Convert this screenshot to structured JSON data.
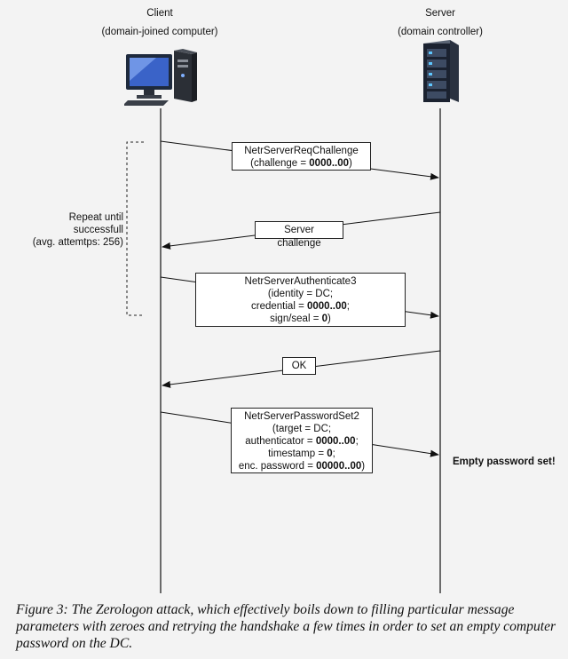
{
  "client": {
    "title": "Client",
    "subtitle": "(domain-joined computer)"
  },
  "server": {
    "title": "Server",
    "subtitle": "(domain controller)"
  },
  "repeat_note": {
    "line1": "Repeat until",
    "line2": "successfull",
    "line3": "(avg. attemtps: 256)"
  },
  "messages": [
    {
      "name": "NetrServerReqChallenge",
      "line2_pre": "(challenge = ",
      "line2_bold": "0000..00",
      "line2_post": ")"
    },
    {
      "label": "Server challenge"
    },
    {
      "name": "NetrServerAuthenticate3",
      "l2": "(identity = DC;",
      "l3_pre": "credential = ",
      "l3_bold": "0000..00",
      "l3_post": ";",
      "l4_pre": "sign/seal = ",
      "l4_bold": "0",
      "l4_post": ")"
    },
    {
      "label": "OK"
    },
    {
      "name": "NetrServerPasswordSet2",
      "l2": "(target = DC;",
      "l3_pre": "authenticator = ",
      "l3_bold": "0000..00",
      "l3_post": ";",
      "l4_pre": "timestamp = ",
      "l4_bold": "0",
      "l4_post": ";",
      "l5_pre": "enc. password = ",
      "l5_bold": "00000..00",
      "l5_post": ")"
    }
  ],
  "result": "Empty password set!",
  "caption": "Figure 3: The Zerologon attack, which effectively boils down to filling particular message parameters with zeroes and retrying the handshake a few times in order to set an empty computer password on the DC."
}
